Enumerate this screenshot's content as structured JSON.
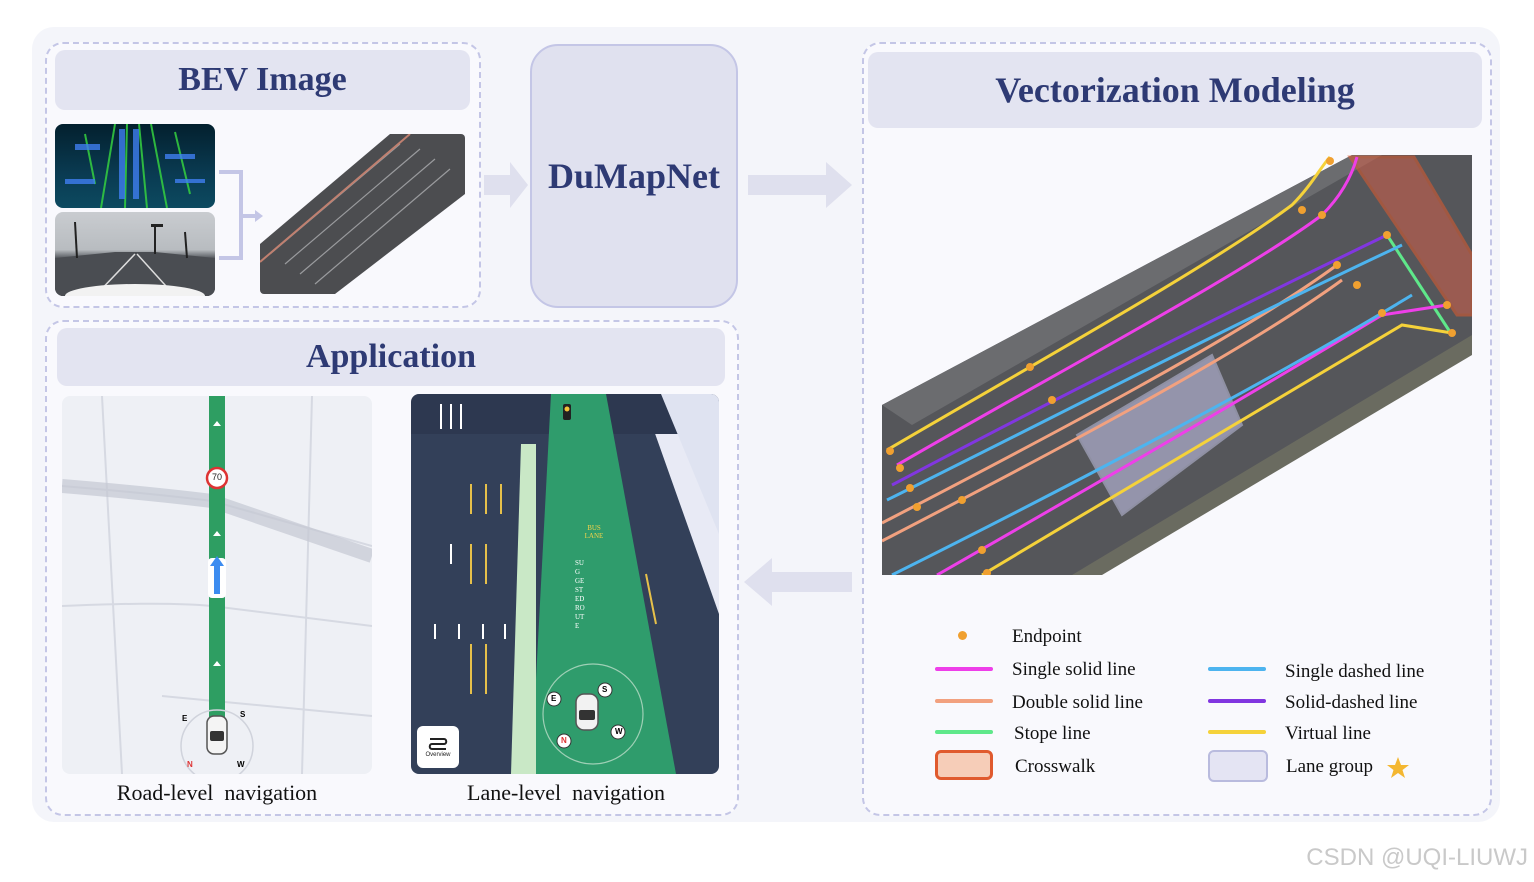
{
  "bev": {
    "title": "BEV Image"
  },
  "center": {
    "label": "DuMapNet"
  },
  "vector": {
    "title": "Vectorization Modeling"
  },
  "application": {
    "title": "Application",
    "left_caption": "Road-level  navigation",
    "right_caption": "Lane-level  navigation",
    "speed_sign": "70",
    "bus_lane_text": "BUS LANE",
    "route_text": "SUGGESTED ROUTE",
    "overview_label": "Overview",
    "compass": {
      "n": "N",
      "s": "S",
      "e": "E",
      "w": "W"
    }
  },
  "legend": {
    "items": [
      {
        "label": "Endpoint",
        "color": "#f0a030",
        "kind": "dot"
      },
      {
        "label": "Single solid line",
        "color": "#ee3fe9",
        "kind": "line"
      },
      {
        "label": "Single dashed line",
        "color": "#4db4ef",
        "kind": "line"
      },
      {
        "label": "Double solid line",
        "color": "#f2a17f",
        "kind": "line"
      },
      {
        "label": "Solid-dashed line",
        "color": "#8136e0",
        "kind": "line"
      },
      {
        "label": "Stope line",
        "color": "#5fe88a",
        "kind": "line"
      },
      {
        "label": "Virtual line",
        "color": "#f5d23a",
        "kind": "line"
      },
      {
        "label": "Crosswalk",
        "color": "#e05a2e",
        "kind": "box"
      },
      {
        "label": "Lane group",
        "color": "#dcdcf0",
        "kind": "box"
      }
    ],
    "star_color": "#f4b731"
  },
  "watermark": "CSDN @UQI-LIUWJ"
}
